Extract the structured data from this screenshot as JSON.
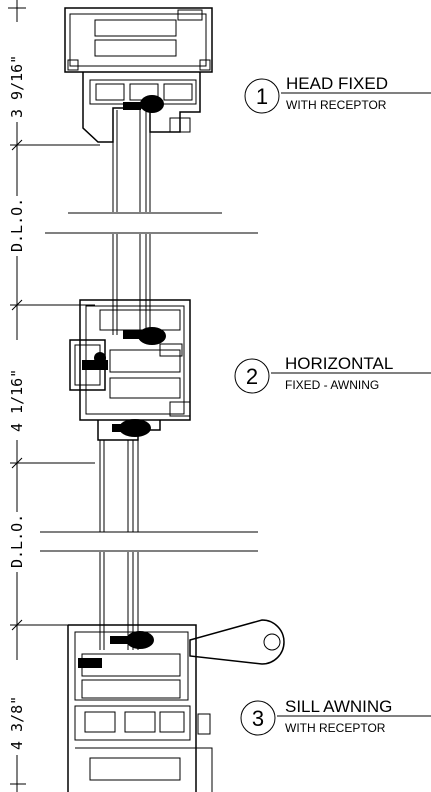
{
  "dimensions": [
    {
      "label": "3 9/16\""
    },
    {
      "label": "D.L.O."
    },
    {
      "label": "4 1/16\""
    },
    {
      "label": "D.L.O."
    },
    {
      "label": "4 3/8\""
    }
  ],
  "callouts": [
    {
      "number": "1",
      "title": "HEAD FIXED",
      "subtitle": "WITH RECEPTOR"
    },
    {
      "number": "2",
      "title": "HORIZONTAL",
      "subtitle": "FIXED - AWNING"
    },
    {
      "number": "3",
      "title": "SILL AWNING",
      "subtitle": "WITH RECEPTOR"
    }
  ]
}
